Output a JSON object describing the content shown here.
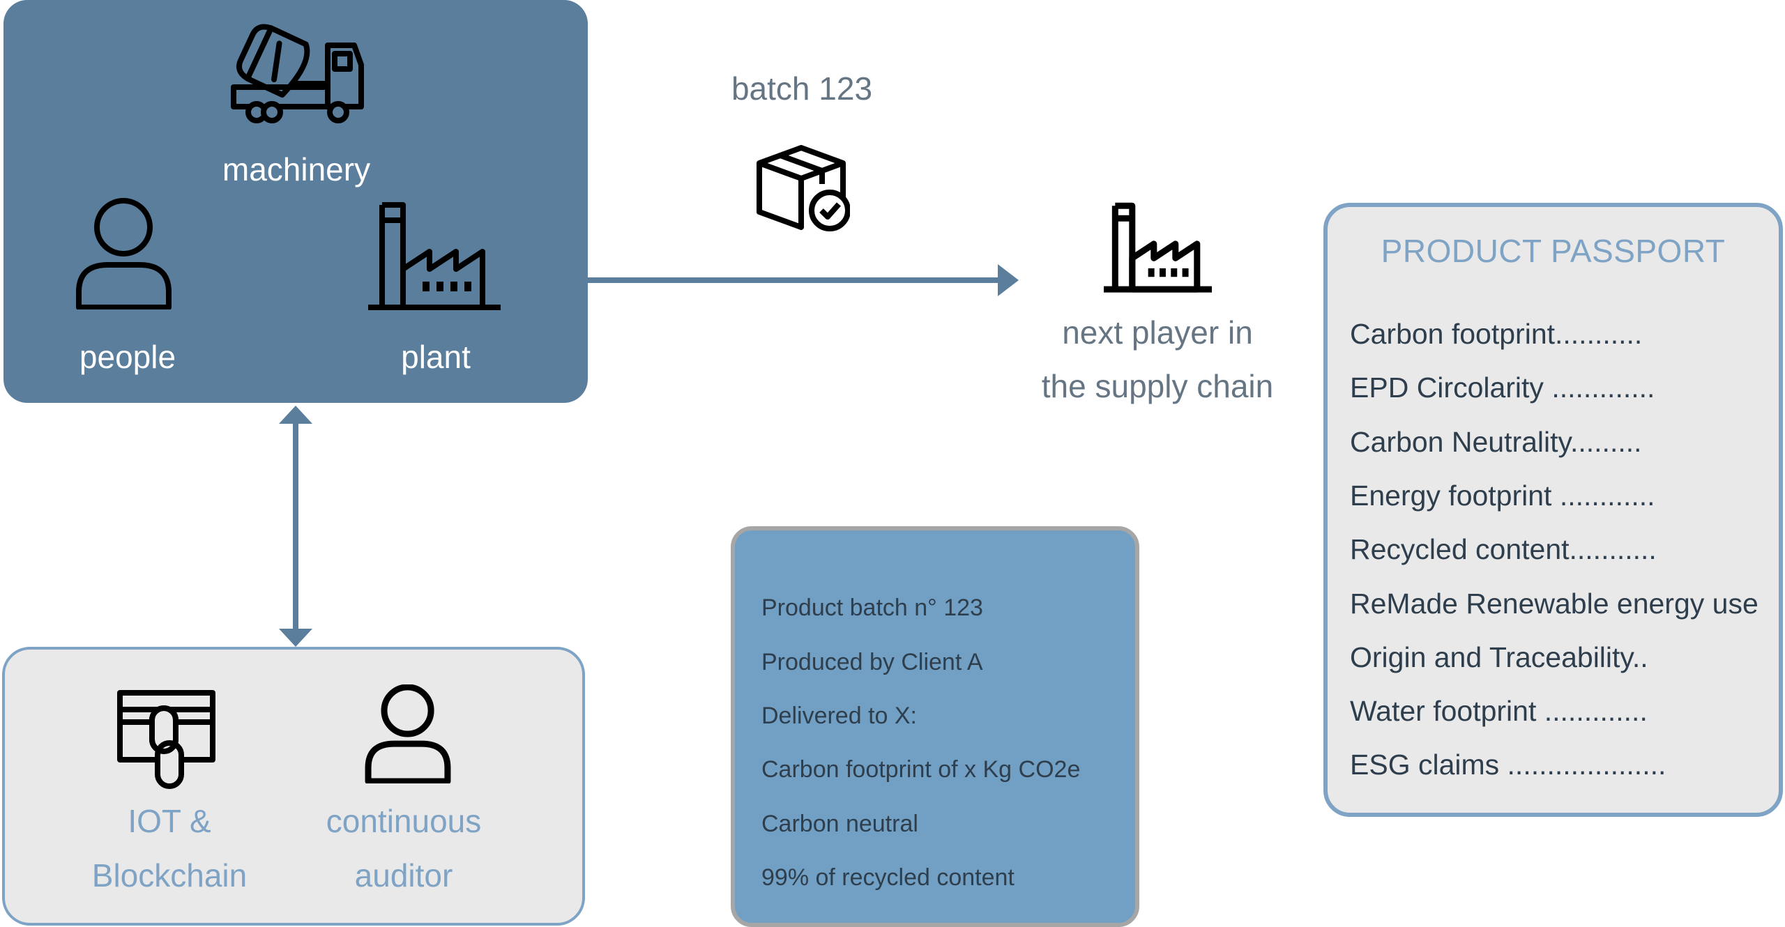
{
  "production": {
    "machinery_label": "machinery",
    "people_label": "people",
    "plant_label": "plant"
  },
  "flow": {
    "batch_label": "batch 123",
    "next_player_line1": "next player in",
    "next_player_line2": "the supply chain"
  },
  "iot": {
    "iot_line1": "IOT &",
    "iot_line2": "Blockchain",
    "auditor_line1": "continuous",
    "auditor_line2": "auditor"
  },
  "batch_info": {
    "lines": [
      "Product batch n° 123",
      "Produced by Client A",
      "Delivered to X:",
      "Carbon footprint of x Kg CO2e",
      "Carbon neutral",
      "99% of recycled content"
    ]
  },
  "passport": {
    "title": "PRODUCT PASSPORT",
    "items": [
      "Carbon footprint...........",
      "EPD Circolarity .............",
      "Carbon Neutrality.........",
      "Energy footprint ............",
      "Recycled content...........",
      "ReMade Renewable energy use",
      "Origin and Traceability..",
      "Water footprint .............",
      "ESG claims ...................."
    ]
  },
  "colors": {
    "production_box": "#5a7e9c",
    "accent_blue": "#7ea3c4",
    "batch_box": "#72a0c4",
    "panel_grey": "#e9e9ea",
    "text_grey": "#667583",
    "arrow": "#5a7e9c"
  },
  "icons": {
    "machinery": "mixer-truck-icon",
    "people": "person-icon",
    "plant": "factory-icon",
    "batch": "package-check-icon",
    "next_player": "factory-icon",
    "iot": "blockchain-link-icon",
    "auditor": "person-icon"
  }
}
